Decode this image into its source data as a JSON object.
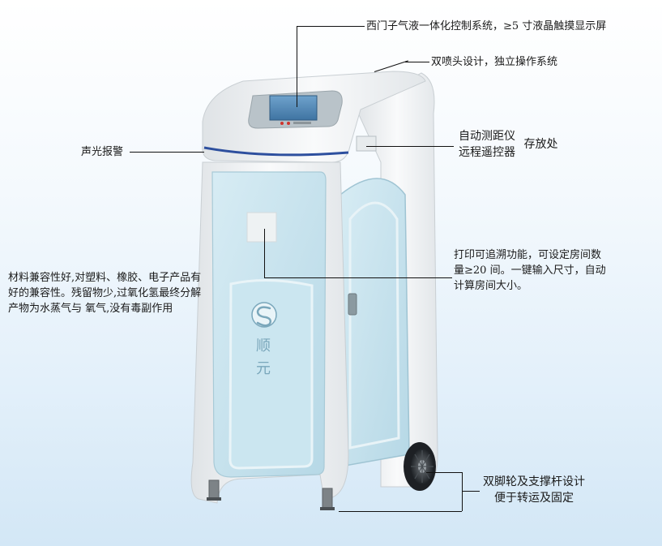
{
  "annotations": {
    "control_system": "西门子气液一体化控制系统，≥5 寸液晶触摸显示屏",
    "dual_nozzle": "双喷头设计，独立操作系统",
    "storage_line1": "自动测距仪",
    "storage_line2": "远程遥控器",
    "storage_suffix": "存放处",
    "alarm": "声光报警",
    "printing": "打印可追溯功能，可设定房间数量≥20 间。一键输入尺寸，自动计算房间大小。",
    "material": "材料兼容性好,对塑料、橡胶、电子产品有好的兼容性。残留物少,过氧化氢最终分解产物为水蒸气与 氧气,没有毒副作用",
    "wheels_line1": "双脚轮及支撑杆设计",
    "wheels_line2": "便于转运及固定"
  },
  "brand": {
    "char1": "顺",
    "char2": "元"
  },
  "colors": {
    "body_white": "#f4f6f7",
    "panel_blue": "#c6e3ee",
    "accent_blue": "#2d4f9e",
    "screen": "#4f86b4"
  }
}
